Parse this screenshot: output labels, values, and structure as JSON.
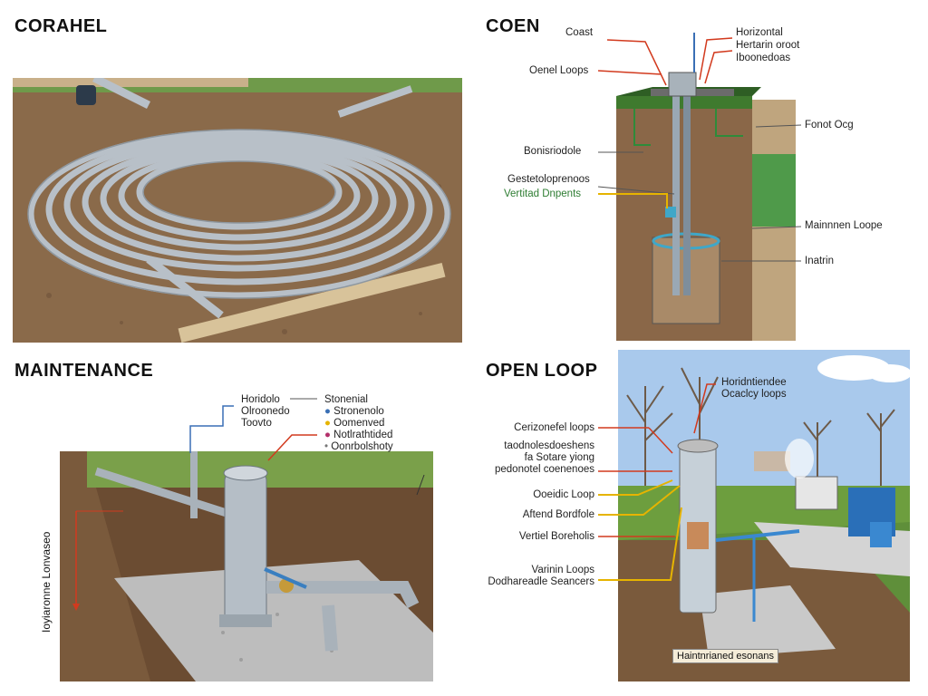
{
  "panels": {
    "top_left": {
      "title": "CORAHEL"
    },
    "top_right": {
      "title": "COEN",
      "labels": {
        "l1": "Coast",
        "l2": "Horizontal",
        "l3": "Hertarin oroot",
        "l4": "Iboonedoas",
        "l5": "Oenel Loops",
        "l6": "Fonot Ocg",
        "l7": "Bonisriodole",
        "l8": "Gestetoloprenoos",
        "l9": "Vertitad Dnpents",
        "l10": "Mainnnen Loope",
        "l11": "Inatrin"
      }
    },
    "bottom_left": {
      "title": "MAINTENANCE",
      "labels": {
        "c1": "Horidolo",
        "c2": "Olroonedo",
        "c3": "Toovto",
        "r1": "Stonenial",
        "r2": "Stronenolo",
        "r3": "Oomenved",
        "r4": "Notlrathtided",
        "r5": "Oonrbolshoty"
      },
      "vertical_label": "Ioyiaronne Lonvaseo"
    },
    "bottom_right": {
      "title": "OPEN LOOP",
      "labels": {
        "t1": "Horidntiendee",
        "t2": "Ocaclcy loops",
        "a": "Cerizonefel loops",
        "b1": "taodnolesdoeshens",
        "b2": "fa Sotare yiong",
        "b3": "pedonotel coenenoes",
        "c": "Ooeidic Loop",
        "d": "Aftend Bordfole",
        "e": "Vertiel Boreholis",
        "f1": "Varinin Loops",
        "f2": "Dodhareadle Seancers"
      },
      "badge": "Haintnrianed esonans"
    }
  },
  "colors": {
    "arrow_red": "#d23a1e",
    "arrow_blue": "#3a6fb5",
    "arrow_yellow": "#e6b400",
    "arrow_green": "#2e8b3a",
    "soil": "#7a5a3c",
    "pipe": "#a9b2ba",
    "grass": "#5f8f3a",
    "sky": "#a9c9ec"
  }
}
